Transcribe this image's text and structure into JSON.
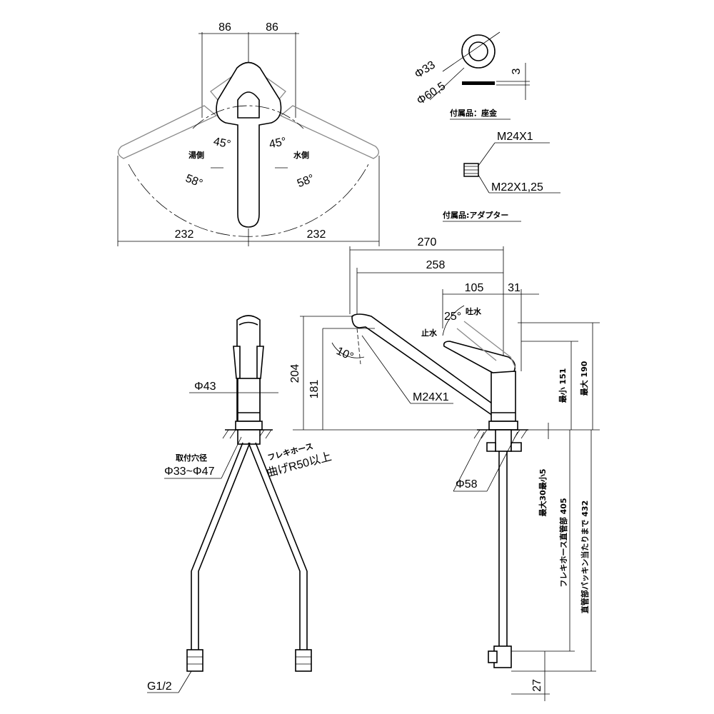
{
  "top_view": {
    "dim_left": "86",
    "dim_right": "86",
    "angle_left": "45°",
    "angle_right": "45°",
    "hot_side": "湯側",
    "cold_side": "水側",
    "angle_left_outer": "58°",
    "angle_right_outer": "58°",
    "width_left": "232",
    "width_right": "232"
  },
  "base_plate": {
    "dia_inner": "Φ33",
    "dia_outer": "Φ60,5",
    "thickness": "3",
    "caption": "付属品：座金"
  },
  "adapter": {
    "thread_top": "M24X1",
    "thread_bottom": "M22X1,25",
    "caption": "付属品:アダプター"
  },
  "front_view": {
    "body_dia": "Φ43",
    "hole_label": "取付穴径",
    "hole_range": "Φ33~Φ47",
    "hose_label": "フレキホース",
    "hose_bend": "曲げR50以上",
    "inlet_thread": "G1/2"
  },
  "side_view": {
    "reach_total": "270",
    "reach_spout": "258",
    "lever_reach": "105",
    "lever_offset": "31",
    "spout_angle": "10°",
    "lever_angle": "25°",
    "lever_on": "吐水",
    "lever_off": "止水",
    "spout_thread": "M24X1",
    "height_total": "204",
    "height_spout": "181",
    "lever_min": "最小 151",
    "lever_max": "最大 190",
    "base_dia": "Φ58",
    "deck_range": "最大30最小5",
    "hose_length": "フレキホース直管部 405",
    "packing_length": "直管部パッキン当たりまで 432",
    "bottom_dim": "27"
  }
}
